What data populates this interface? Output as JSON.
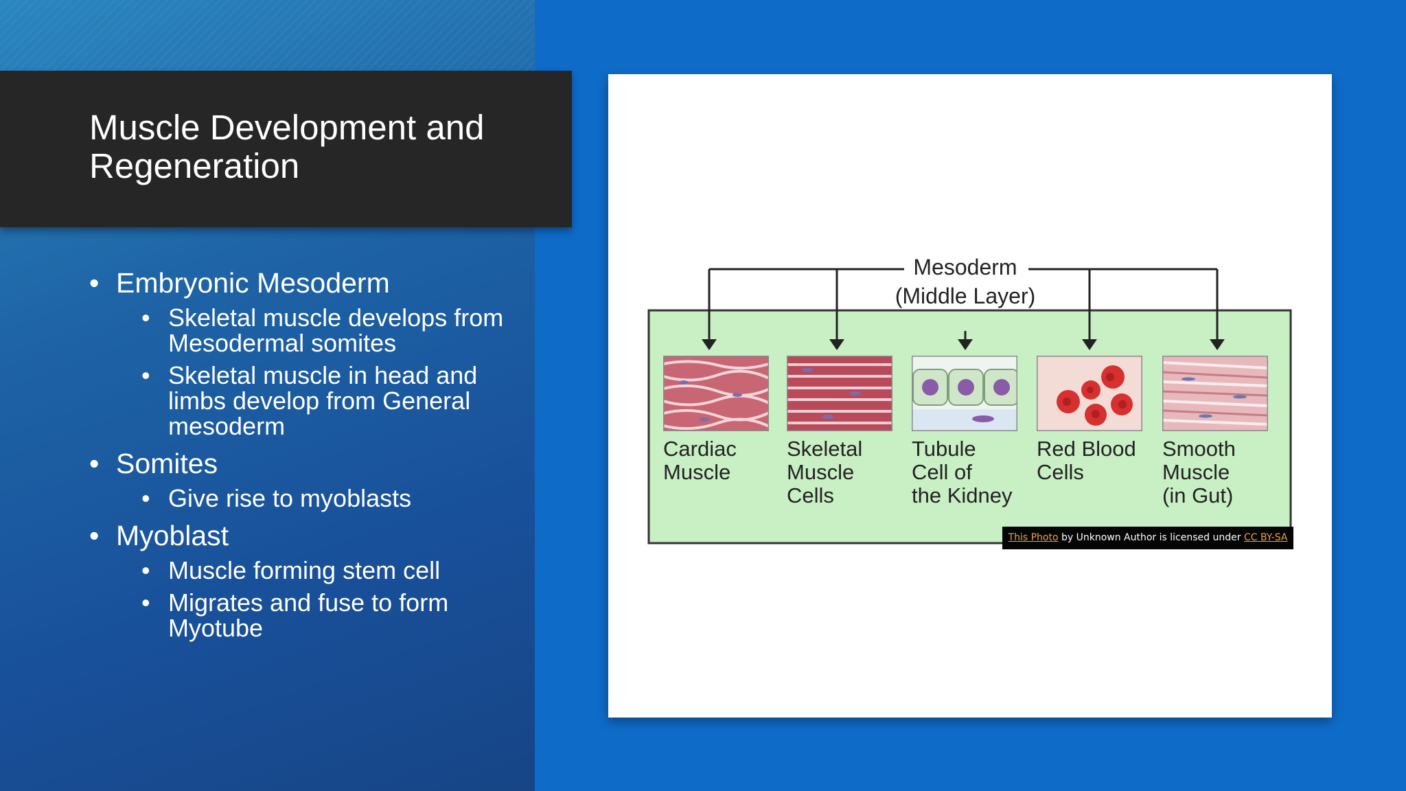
{
  "slide": {
    "title": "Muscle Development and Regeneration",
    "bullets": [
      {
        "text": "Embryonic Mesoderm",
        "sub": [
          "Skeletal muscle develops from Mesodermal somites",
          "Skeletal muscle in head and limbs develop from General mesoderm"
        ]
      },
      {
        "text": "Somites",
        "sub": [
          "Give rise to myoblasts"
        ]
      },
      {
        "text": "Myoblast",
        "sub": [
          "Muscle forming stem cell",
          "Migrates and fuse to form Myotube"
        ]
      }
    ]
  },
  "figure": {
    "root_line1": "Mesoderm",
    "root_line2": "(Middle Layer)",
    "cells": [
      {
        "lines": [
          "Cardiac",
          "Muscle"
        ]
      },
      {
        "lines": [
          "Skeletal",
          "Muscle",
          "Cells"
        ]
      },
      {
        "lines": [
          "Tubule",
          "Cell of",
          "the Kidney"
        ]
      },
      {
        "lines": [
          "Red Blood",
          "Cells"
        ]
      },
      {
        "lines": [
          "Smooth",
          "Muscle",
          "(in Gut)"
        ]
      }
    ],
    "credit": {
      "photo_link": "This Photo",
      "middle": " by Unknown Author is licensed under ",
      "license_link": "CC BY-SA"
    }
  },
  "colors": {
    "background": "#0f6bc8",
    "title_bar": "#262626",
    "diagram_box": "#c9efc4",
    "muscle_red": "#b84a5a",
    "blood_red": "#d63030",
    "link_orange": "#f0a040"
  }
}
